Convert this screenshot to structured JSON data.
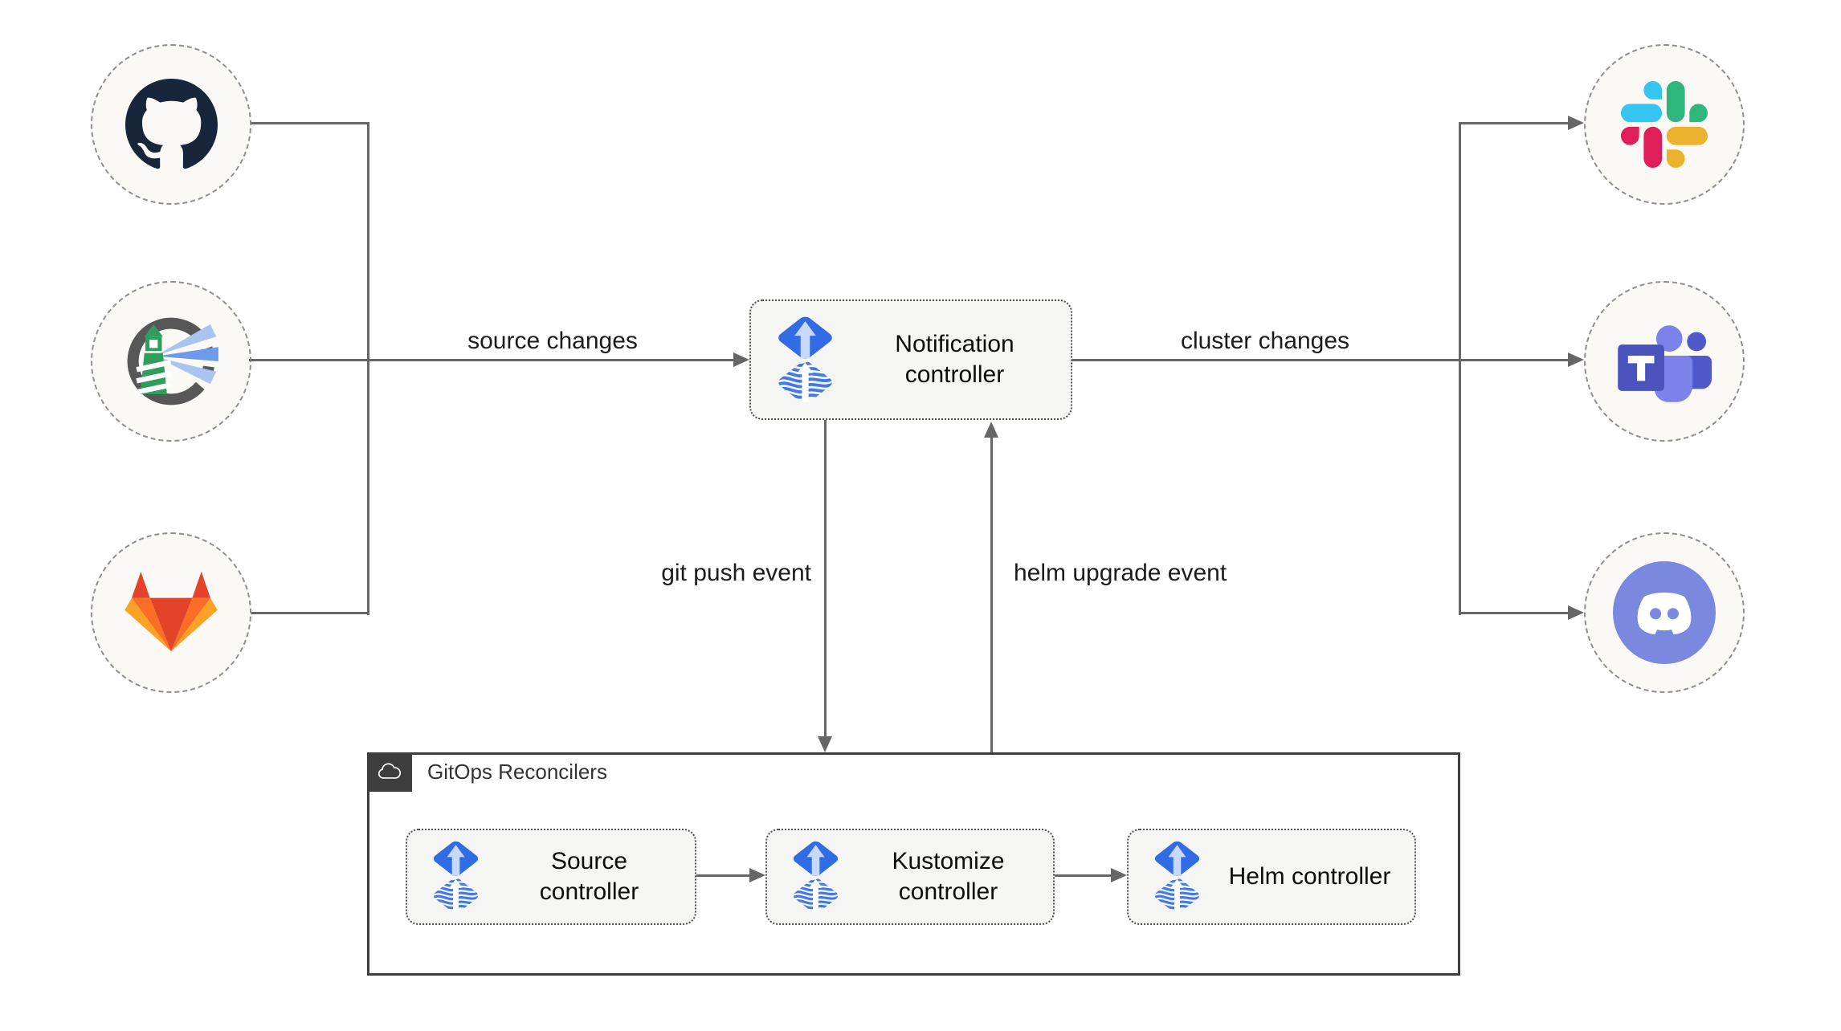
{
  "nodes": {
    "notification": {
      "label": "Notification controller",
      "icon": "flux-icon"
    },
    "source": {
      "label": "Source controller",
      "icon": "flux-icon"
    },
    "kustomize": {
      "label": "Kustomize controller",
      "icon": "flux-icon"
    },
    "helm": {
      "label": "Helm controller",
      "icon": "flux-icon"
    }
  },
  "group": {
    "label": "GitOps Reconcilers",
    "icon": "cloud-icon"
  },
  "edge_labels": {
    "source_changes": "source changes",
    "cluster_changes": "cluster changes",
    "git_push_event": "git push event",
    "helm_upgrade_event": "helm upgrade event"
  },
  "sources": [
    {
      "icon": "github-icon"
    },
    {
      "icon": "harbor-icon"
    },
    {
      "icon": "gitlab-icon"
    }
  ],
  "providers": [
    {
      "icon": "slack-icon"
    },
    {
      "icon": "teams-icon"
    },
    {
      "icon": "discord-icon"
    }
  ],
  "colors": {
    "flux_blue": "#316ce4",
    "flux_arrow": "#c7d8f8",
    "line": "#666666",
    "node_fill": "#f5f5f4",
    "node_border": "#4f4f4f",
    "circle_fill": "#faf9f6",
    "circle_border": "#8f8f8f",
    "group_border": "#3d3d3d",
    "github": "#17263b",
    "gitlab": [
      "#e24329",
      "#fc6d26",
      "#fca326"
    ],
    "harbor": [
      "#575757",
      "#2f9e5b",
      "#6e9aec"
    ],
    "slack": [
      "#36c5f0",
      "#2eb67d",
      "#ecb22e",
      "#e01e5a"
    ],
    "teams": [
      "#7b83eb",
      "#5059c9",
      "#4b53bc"
    ],
    "discord": "#7b88e0"
  }
}
